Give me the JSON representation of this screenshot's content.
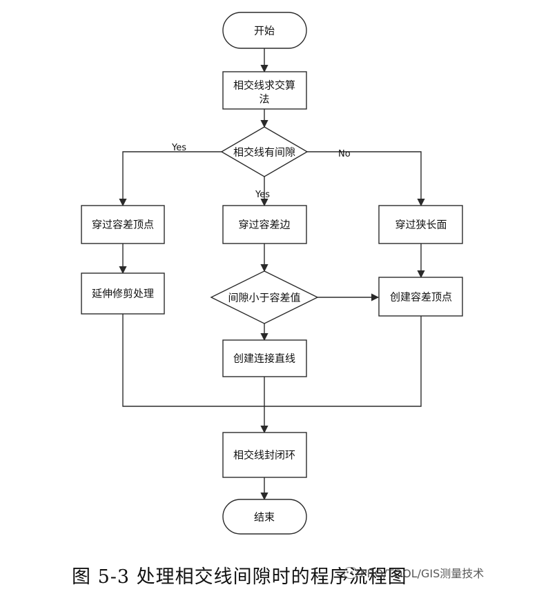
{
  "nodes": {
    "start": "开始",
    "algo_line1": "相交线求交算",
    "algo_line2": "法",
    "gap_check": "相交线有间隙",
    "through_vertex": "穿过容差顶点",
    "through_edge": "穿过容差边",
    "through_narrow": "穿过狭长面",
    "extend_trim": "延伸修剪处理",
    "gap_small": "间隙小于容差值",
    "create_vertex": "创建容差顶点",
    "create_line": "创建连接直线",
    "closed_ring": "相交线封闭环",
    "end": "结束"
  },
  "edge_labels": {
    "yes_left": "Yes",
    "yes_down": "Yes",
    "no_right": "No"
  },
  "caption": "图 5-3 处理相交线间隙时的程序流程图",
  "watermark": "PRO/TOOL/GIS测量技术"
}
